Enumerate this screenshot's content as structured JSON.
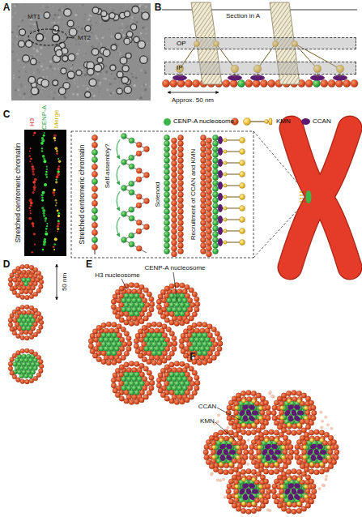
{
  "diagram": {
    "nodes": [
      {
        "text": [
          "OP"
        ]
      },
      {
        "text": [
          "IP"
        ]
      }
    ],
    "labels": [
      "A",
      "B",
      "C",
      "D",
      "E",
      "F",
      "MT1",
      "MT2",
      "Section in A",
      "Approx. 50 nm",
      "H3",
      "CENP-A",
      "Merge",
      "Stretched centromeric chromatin",
      "Stretched centromeric chromatin",
      "Self-assembly?",
      "Solenoid",
      "Recruitment of CCAN and KMN",
      "50 nm",
      "H3 nucleosome",
      "CENP-A nucleosome",
      "CCAN",
      "KMN"
    ],
    "legend": [
      {
        "text": "CENP-A nucleosome",
        "color": "#3db54a"
      },
      {
        "text": "KMN"
      },
      {
        "text": "CCAN",
        "color": "#5e1b72"
      }
    ]
  }
}
